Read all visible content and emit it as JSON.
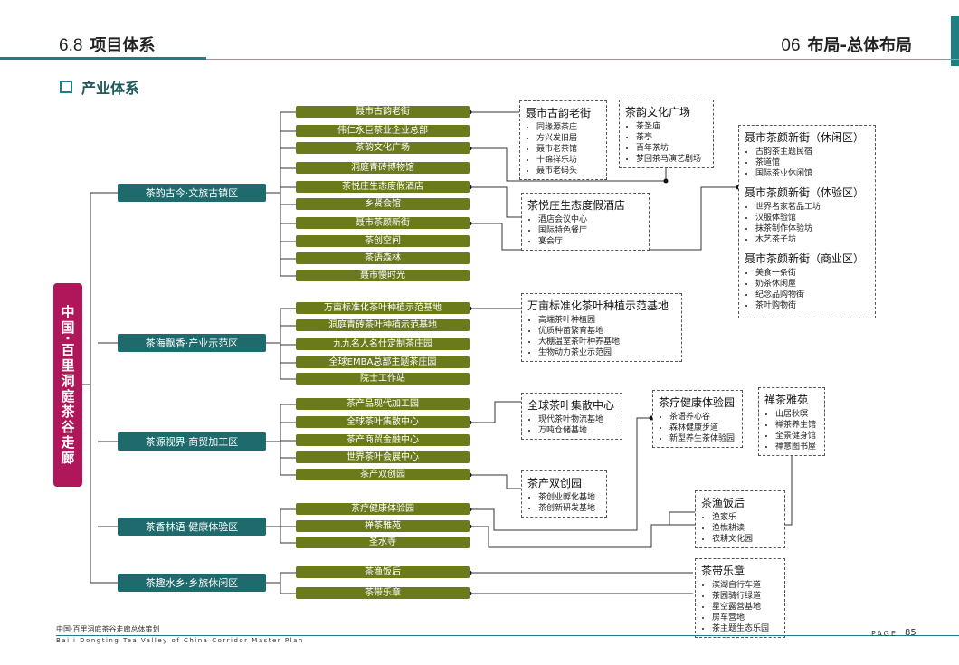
{
  "header": {
    "left_num": "6.8",
    "left_title": "项目体系",
    "right_num": "06",
    "right_title": "布局-总体布局"
  },
  "section_title": "产业体系",
  "root_label": "中国·百里洞庭茶谷走廊",
  "zones": [
    {
      "label": "茶韵古今·文旅古镇区"
    },
    {
      "label": "茶海飘香·产业示范区"
    },
    {
      "label": "茶源视界·商贸加工区"
    },
    {
      "label": "茶香林语·健康体验区"
    },
    {
      "label": "茶趣水乡·乡旅休闲区"
    }
  ],
  "items": [
    "聂市古韵老街",
    "伟仁永巨茶业企业总部",
    "茶韵文化广场",
    "洞庭青砖博物馆",
    "茶悦庄生态度假酒店",
    "乡贤会馆",
    "聂市茶颜新街",
    "茶创空间",
    "茶语森林",
    "聂市慢时光",
    "万亩标准化茶叶种植示范基地",
    "洞庭青砖茶叶种植示范基地",
    "九九名人名仕定制茶庄园",
    "全球EMBA总部主题茶庄园",
    "院士工作站",
    "茶产品现代加工园",
    "全球茶叶集散中心",
    "茶产商贸金融中心",
    "世界茶叶会展中心",
    "茶产双创园",
    "茶疗健康体验园",
    "禅茶雅苑",
    "圣水寺",
    "茶渔饭后",
    "茶带乐章"
  ],
  "boxes": {
    "guyun": {
      "title": "聂市古韵老街",
      "items": [
        "同缘源茶庄",
        "方兴发旧居",
        "聂市老茶馆",
        "十锦祥乐坊",
        "聂市老码头"
      ]
    },
    "wenhua": {
      "title": "茶韵文化广场",
      "items": [
        "茶圣庙",
        "茶亭",
        "百年茶坊",
        "梦回茶马演艺剧场"
      ]
    },
    "chayue": {
      "title": "茶悦庄生态度假酒店",
      "items": [
        "酒店会议中心",
        "国际特色餐厅",
        "宴会厅"
      ]
    },
    "xinjie_xiuxian": {
      "title": "聂市茶颜新街（休闲区）",
      "items": [
        "古韵茶主题民宿",
        "茶道馆",
        "国际茶业休闲馆"
      ]
    },
    "xinjie_tiyan": {
      "title": "聂市茶颜新街（体验区）",
      "items": [
        "世界名家茗品工坊",
        "汉服体验馆",
        "抹茶制作体验坊",
        "木艺茶子坊"
      ]
    },
    "xinjie_shangye": {
      "title": "聂市茶颜新街（商业区）",
      "items": [
        "美食一条街",
        "奶茶休闲屋",
        "纪念品购物街",
        "茶叶购物街"
      ]
    },
    "wanmu": {
      "title": "万亩标准化茶叶种植示范基地",
      "items": [
        "高端茶叶种植园",
        "优质种苗繁育基地",
        "大棚温室茶叶种养基地",
        "生物动力茶业示范园"
      ]
    },
    "jisan": {
      "title": "全球茶叶集散中心",
      "items": [
        "现代茶叶物流基地",
        "万吨仓储基地"
      ]
    },
    "shuangchuang": {
      "title": "茶产双创园",
      "items": [
        "茶创业孵化基地",
        "茶创新研发基地"
      ]
    },
    "chaliao": {
      "title": "茶疗健康体验园",
      "items": [
        "茶语养心谷",
        "森林健康步道",
        "新型养生茶体验园"
      ]
    },
    "chanzha": {
      "title": "禅茶雅苑",
      "items": [
        "山居秋暝",
        "禅茶养生馆",
        "全景健身馆",
        "禅意图书屋"
      ]
    },
    "yufan": {
      "title": "茶渔饭后",
      "items": [
        "渔家乐",
        "渔樵耕读",
        "农耕文化园"
      ]
    },
    "yuezhang": {
      "title": "茶带乐章",
      "items": [
        "滨湖自行车道",
        "茶园骑行绿道",
        "星空露营基地",
        "房车营地",
        "茶主题生态乐园"
      ]
    }
  },
  "footer": {
    "cn": "中国·百里洞庭茶谷走廊总体策划",
    "en": "Baili Dongting Tea Valley of China Corridor Master Plan",
    "page_label": "PAGE",
    "page_num": "85"
  },
  "colors": {
    "teal": "#1e6a6c",
    "olive": "#6b7a1b",
    "magenta": "#b0175a",
    "rule": "#1e7f83"
  }
}
